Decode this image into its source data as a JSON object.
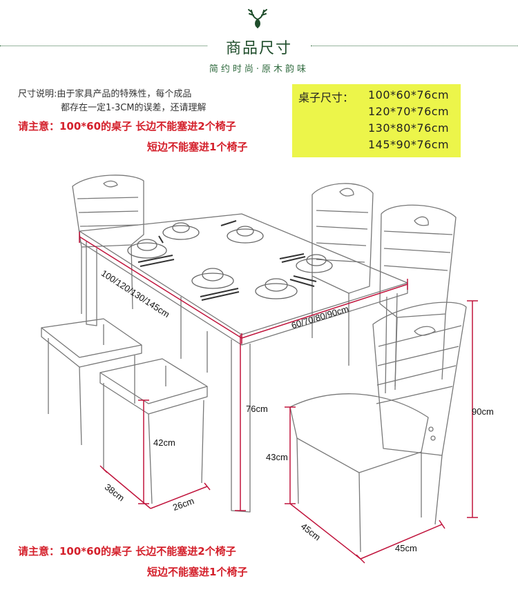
{
  "header": {
    "title": "商品尺寸",
    "subtitle": "简约时尚·原木韵味"
  },
  "note": {
    "line1": "尺寸说明:由于家具产品的特殊性，每个成品",
    "line2": "都存在一定1-3CM的误差，还请理解"
  },
  "warning": {
    "line1": "请主意：100*60的桌子 长边不能塞进2个椅子",
    "line2": "短边不能塞进1个椅子"
  },
  "table_sizes": {
    "label": "桌子尺寸：",
    "items": [
      "100*60*76cm",
      "120*70*76cm",
      "130*80*76cm",
      "145*90*76cm"
    ]
  },
  "dimensions": {
    "table_length": "100/120/130/145cm",
    "table_width": "60/70/80/90cm",
    "table_height": "76cm",
    "chair_height": "90cm",
    "seat_height": "43cm",
    "chair_depth": "45cm",
    "chair_width": "45cm",
    "stool_height": "42cm",
    "stool_depth": "38cm",
    "stool_width": "26cm"
  },
  "colors": {
    "brand_green": "#1f4d2b",
    "warning_red": "#d4202b",
    "highlight_yellow": "#ecf54a",
    "dimension_line": "#c0143c"
  }
}
